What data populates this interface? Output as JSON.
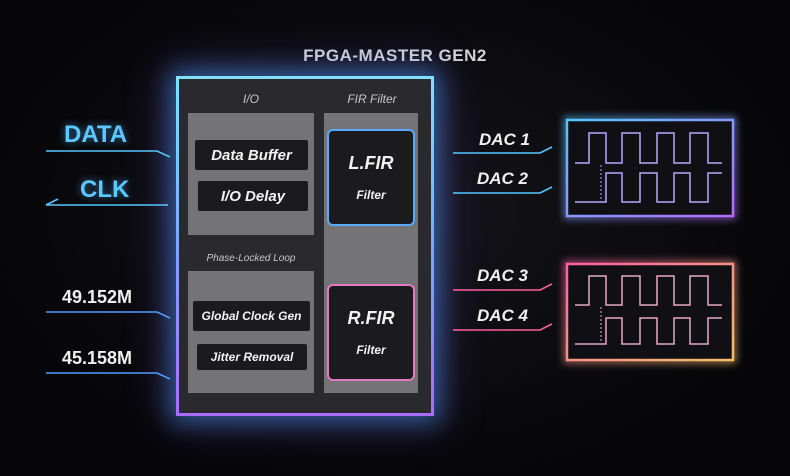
{
  "chip": {
    "title": "FPGA-MASTER GEN2",
    "io_label": "I/O",
    "fir_label": "FIR Filter",
    "pll_label": "Phase-Locked Loop",
    "io_blocks": [
      "Data Buffer",
      "I/O Delay"
    ],
    "pll_blocks": [
      "Global Clock Gen",
      "Jitter Removal"
    ],
    "fir_blocks": [
      {
        "name": "L.FIR",
        "sub": "Filter"
      },
      {
        "name": "R.FIR",
        "sub": "Filter"
      }
    ]
  },
  "inputs": {
    "data": "DATA",
    "clk": "CLK",
    "clock_1": "49.152M",
    "clock_2": "45.158M"
  },
  "outputs": {
    "dac1": "DAC 1",
    "dac2": "DAC 2",
    "dac3": "DAC 3",
    "dac4": "DAC 4"
  },
  "colors": {
    "cyan": "#56c6ff",
    "blue": "#4f9cff",
    "pink": "#ff5fa2",
    "violet": "#b46cff",
    "amber": "#f3c06a"
  }
}
